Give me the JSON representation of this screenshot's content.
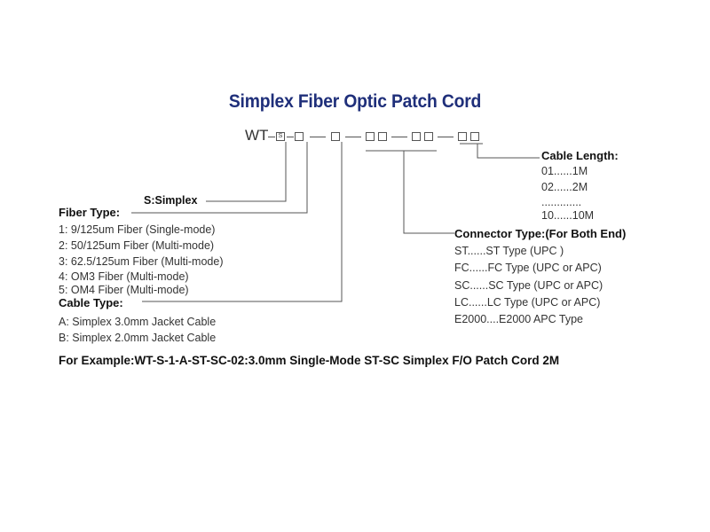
{
  "title": "Simplex Fiber Optic Patch Cord",
  "code": {
    "prefix": "WT",
    "s_box": "S"
  },
  "simplex_label": "S:Simplex",
  "fiber_type": {
    "heading": "Fiber Type:",
    "items": [
      "1: 9/125um Fiber (Single-mode)",
      "2: 50/125um Fiber (Multi-mode)",
      "3: 62.5/125um Fiber (Multi-mode)",
      "4: OM3 Fiber (Multi-mode)",
      "5: OM4 Fiber (Multi-mode)"
    ]
  },
  "cable_type": {
    "heading": "Cable Type:",
    "items": [
      "A: Simplex 3.0mm Jacket Cable",
      "B: Simplex 2.0mm Jacket Cable"
    ]
  },
  "connector_type": {
    "heading": "Connector Type:(For Both End)",
    "items": [
      "ST......ST Type  (UPC )",
      "FC......FC Type (UPC or  APC)",
      "SC......SC Type (UPC or  APC)",
      "LC......LC Type (UPC or  APC)",
      "E2000....E2000 APC Type"
    ]
  },
  "cable_length": {
    "heading": "Cable Length:",
    "items": [
      "01......1M",
      "02......2M",
      ".............",
      "10......10M"
    ]
  },
  "example": "For Example:WT-S-1-A-ST-SC-02:3.0mm Single-Mode ST-SC Simplex F/O Patch Cord 2M",
  "colors": {
    "title": "#1f2f7a",
    "text": "#222222",
    "lines": "#555555"
  }
}
